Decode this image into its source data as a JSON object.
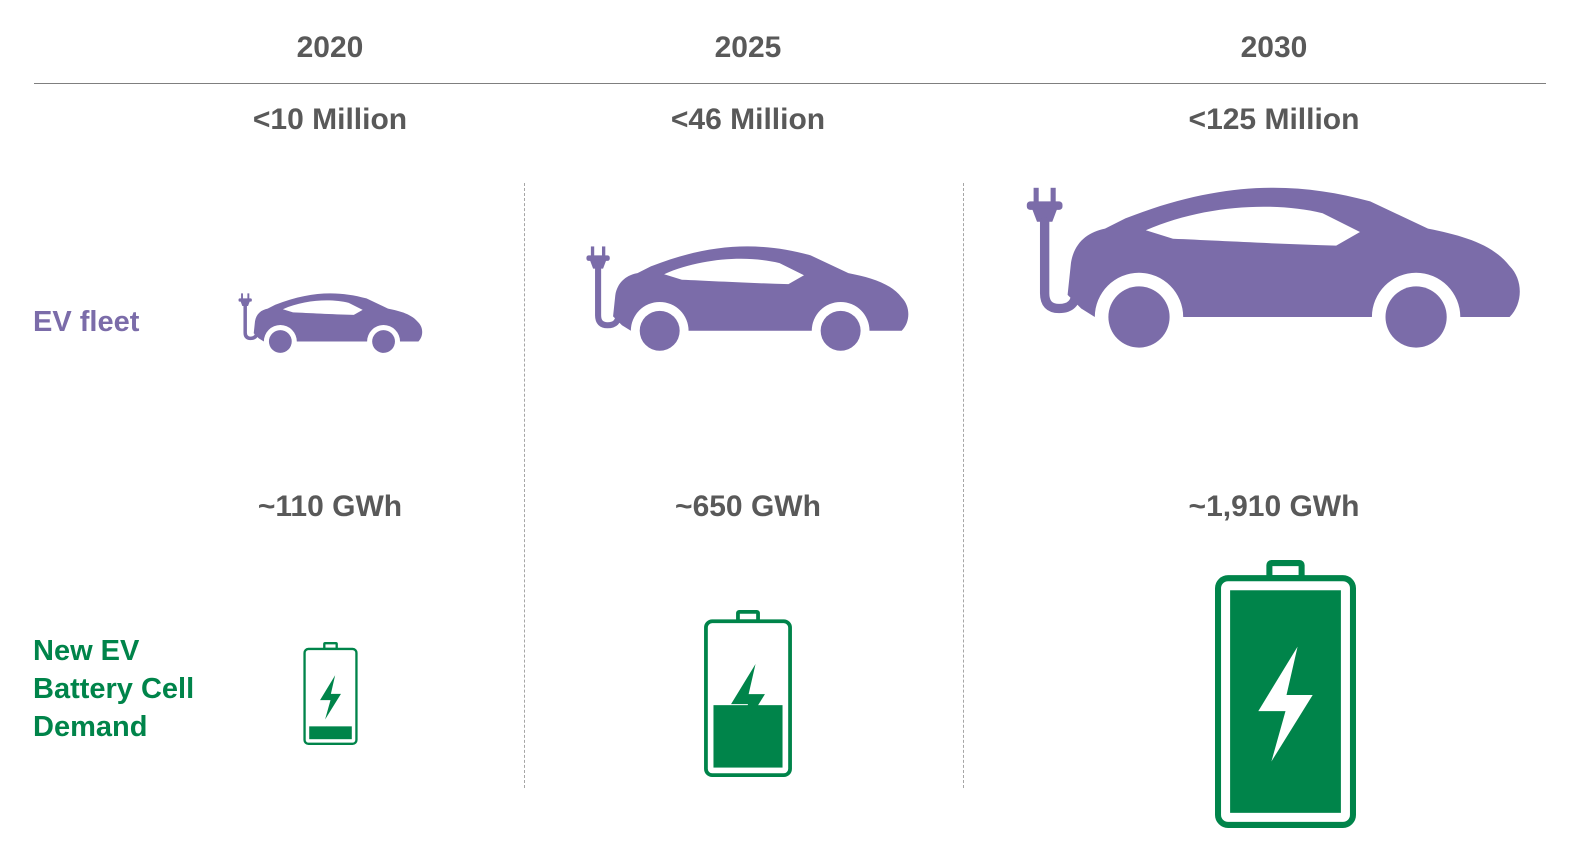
{
  "colors": {
    "fleet": "#7b6ca9",
    "battery": "#00844a",
    "text": "#595959"
  },
  "rows": {
    "fleet_label": "EV fleet",
    "battery_label_lines": [
      "New EV",
      "Battery Cell",
      "Demand"
    ]
  },
  "columns": [
    {
      "year": "2020",
      "fleet": "<10 Million",
      "demand": "~110 GWh",
      "battery_fill": 0.15
    },
    {
      "year": "2025",
      "fleet": "<46 Million",
      "demand": "~650 GWh",
      "battery_fill": 0.45
    },
    {
      "year": "2030",
      "fleet": "<125 Million",
      "demand": "~1,910 GWh",
      "battery_fill": 1.0
    }
  ],
  "icons": {
    "car": "electric-car-icon",
    "battery": "battery-icon"
  }
}
